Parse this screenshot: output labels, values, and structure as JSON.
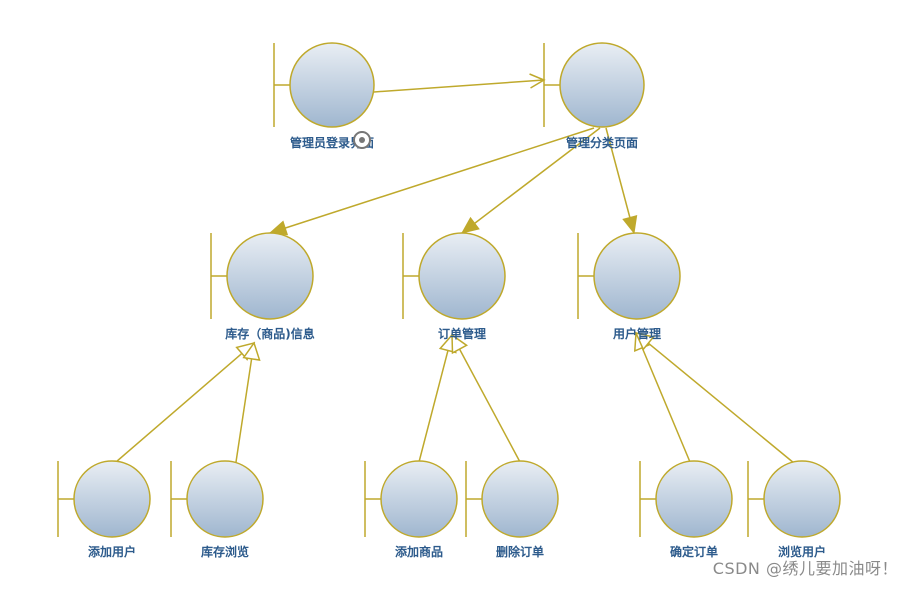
{
  "colors": {
    "stroke": "#bfa92c",
    "circle_fill_top": "#e9eef4",
    "circle_fill_bottom": "#9fb6cf",
    "label": "#2d5b8c",
    "watermark": "#8a8a8a"
  },
  "nodes": [
    {
      "id": "admin-login",
      "label": "管理员登录界面"
    },
    {
      "id": "admin-category",
      "label": "管理分类页面"
    },
    {
      "id": "inventory-info",
      "label": "库存（商品)信息"
    },
    {
      "id": "order-management",
      "label": "订单管理"
    },
    {
      "id": "user-management",
      "label": "用户管理"
    },
    {
      "id": "add-user",
      "label": "添加用户"
    },
    {
      "id": "inventory-browse",
      "label": "库存浏览"
    },
    {
      "id": "add-product",
      "label": "添加商品"
    },
    {
      "id": "delete-order",
      "label": "删除订单"
    },
    {
      "id": "confirm-order",
      "label": "确定订单"
    },
    {
      "id": "browse-user",
      "label": "浏览用户"
    }
  ],
  "edges": [
    {
      "from": "admin-login",
      "to": "admin-category",
      "type": "navigation"
    },
    {
      "from": "admin-category",
      "to": "inventory-info",
      "type": "association"
    },
    {
      "from": "admin-category",
      "to": "order-management",
      "type": "association"
    },
    {
      "from": "admin-category",
      "to": "user-management",
      "type": "association"
    },
    {
      "from": "add-user",
      "to": "inventory-info",
      "type": "generalization"
    },
    {
      "from": "inventory-browse",
      "to": "inventory-info",
      "type": "generalization"
    },
    {
      "from": "add-product",
      "to": "order-management",
      "type": "generalization"
    },
    {
      "from": "delete-order",
      "to": "order-management",
      "type": "generalization"
    },
    {
      "from": "confirm-order",
      "to": "user-management",
      "type": "generalization"
    },
    {
      "from": "browse-user",
      "to": "user-management",
      "type": "generalization"
    }
  ],
  "watermark": "CSDN @绣儿要加油呀！"
}
